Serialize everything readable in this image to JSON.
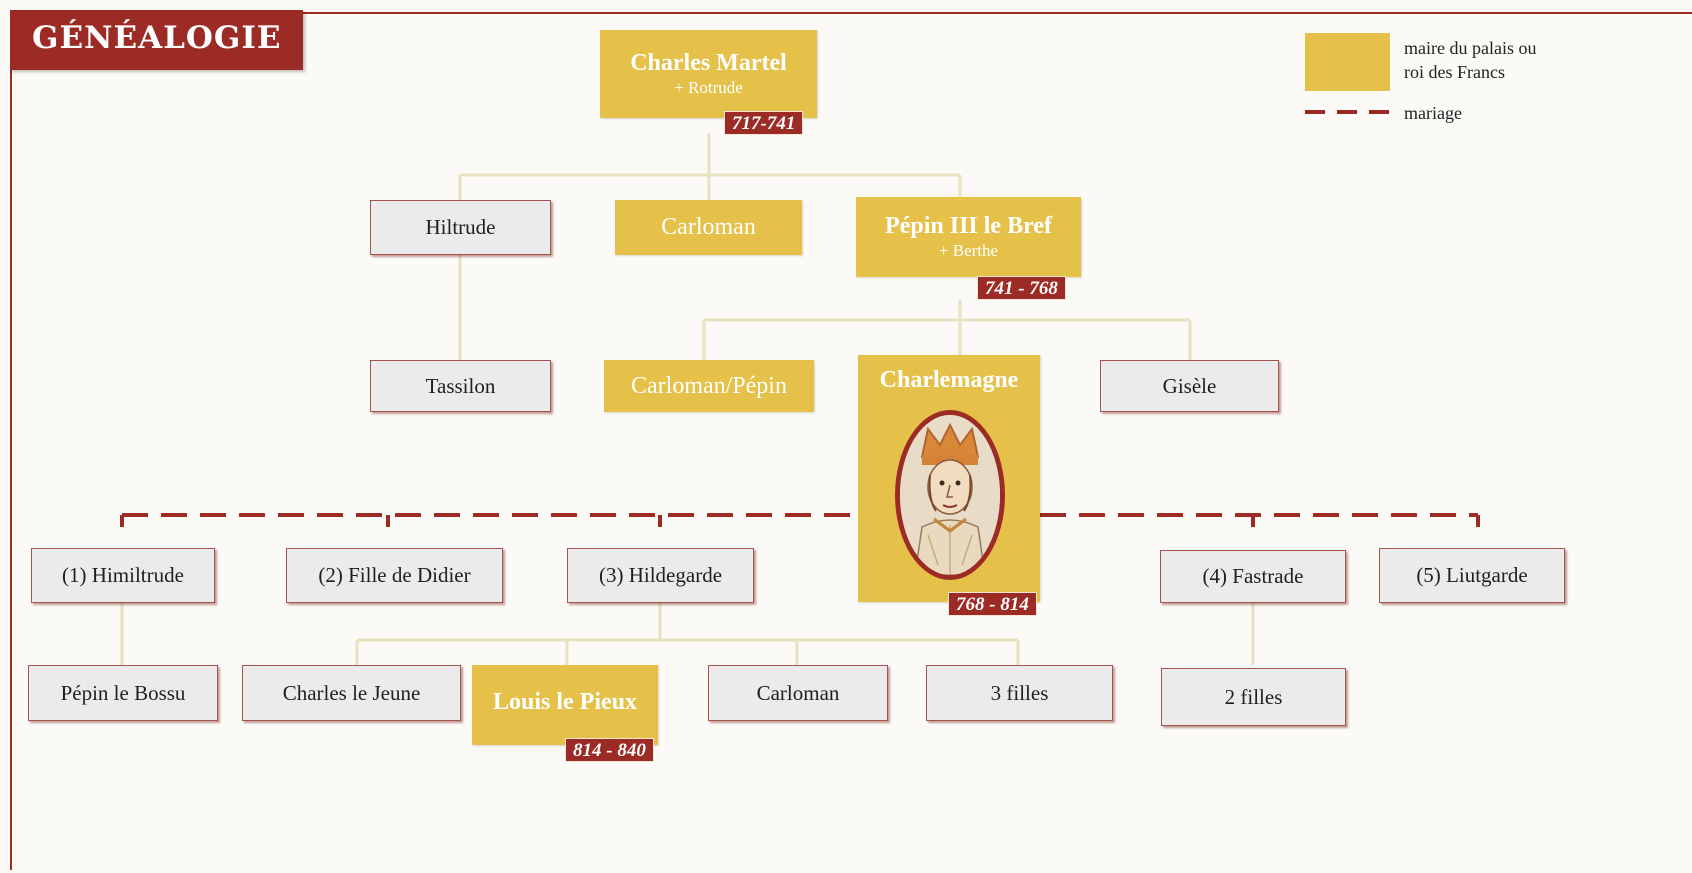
{
  "title": "GÉNÉALOGIE",
  "legend": {
    "ruler_label_1": "maire du palais ou",
    "ruler_label_2": "roi des Francs",
    "marriage_label": "mariage"
  },
  "colors": {
    "ruler_fill": "#e6c14a",
    "other_fill": "#ebebeb",
    "accent": "#9c2b25",
    "line": "#e7e2bf"
  },
  "people": {
    "charles_martel": {
      "name": "Charles Martel",
      "spouse": "+ Rotrude",
      "dates": "717-741"
    },
    "hiltrude": {
      "name": "Hiltrude"
    },
    "carloman_1": {
      "name": "Carloman"
    },
    "pepin_le_bref": {
      "name": "Pépin III le Bref",
      "spouse": "+ Berthe",
      "dates": "741 - 768"
    },
    "tassilon": {
      "name": "Tassilon"
    },
    "carloman_pepin": {
      "name": "Carloman/Pépin"
    },
    "charlemagne": {
      "name": "Charlemagne",
      "dates": "768 - 814",
      "portrait_icon": "charlemagne-portrait-icon"
    },
    "gisele": {
      "name": "Gisèle"
    },
    "himiltrude": {
      "name": "(1) Himiltrude"
    },
    "fille_de_didier": {
      "name": "(2) Fille de Didier"
    },
    "hildegarde": {
      "name": "(3) Hildegarde"
    },
    "fastrade": {
      "name": "(4) Fastrade"
    },
    "liutgarde": {
      "name": "(5) Liutgarde"
    },
    "pepin_le_bossu": {
      "name": "Pépin le Bossu"
    },
    "charles_le_jeune": {
      "name": "Charles le Jeune"
    },
    "louis_le_pieux": {
      "name": "Louis le Pieux",
      "dates": "814 - 840"
    },
    "carloman_2": {
      "name": "Carloman"
    },
    "trois_filles": {
      "name": "3 filles"
    },
    "deux_filles": {
      "name": "2 filles"
    }
  }
}
